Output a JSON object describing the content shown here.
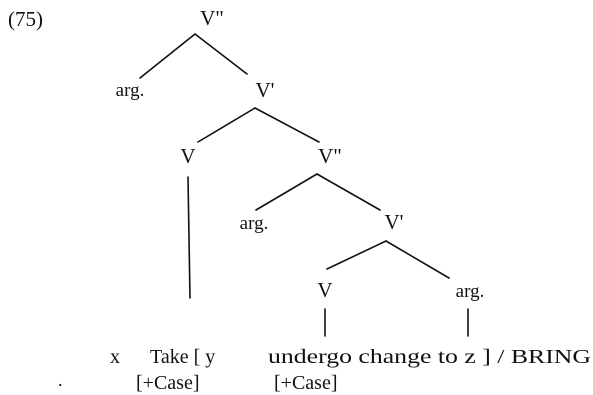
{
  "example_number": "(75)",
  "nodes": {
    "vpp_top": "V\"",
    "arg_top": "arg.",
    "vp_top": "V'",
    "v_take": "V",
    "vpp_mid": "V\"",
    "arg_mid": "arg.",
    "vp_mid": "V'",
    "v_undergo": "V",
    "arg_z": "arg."
  },
  "terminals": {
    "x": "x",
    "take": "Take [ y",
    "undergo": "undergo change to z ] / BRING"
  },
  "case_labels": {
    "first": "[+Case]",
    "second": "[+Case]"
  },
  "stray_mark": "."
}
